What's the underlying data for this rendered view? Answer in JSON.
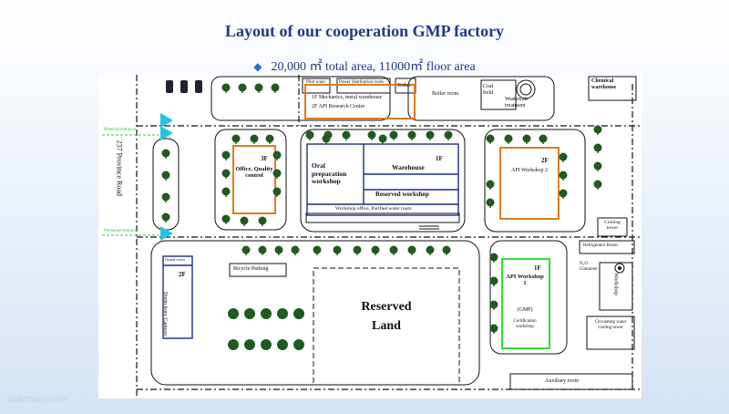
{
  "title": "Layout of our cooperation GMP factory",
  "subtitle": "20,000 ㎡ total area, 11000㎡ floor area",
  "watermark": "lookchem.com",
  "colors": {
    "title": "#1f3a8a",
    "orange": "#e07a1f",
    "navy": "#1f2a8a",
    "green": "#33dd33",
    "arrow": "#22c5e8",
    "entrance": "#2ecc40"
  },
  "labels": {
    "pilot_scale": "Pilot scale",
    "power_room": "Power distribution room",
    "toilet": "Toilet",
    "boiler_room": "Boiler room",
    "coal_field": "Coal field",
    "wastewater": "Wastewate treatment",
    "chemical_warehouse": "Chemical warehouse",
    "mechanics_1f": "1F   Mechanics, metal warehouse",
    "api_rc_2f": "2F   API Research Centre",
    "material_entrance": "Material entrance",
    "personnel_entrance": "Personnel entrance",
    "road": "237 Province Road",
    "office_floor": "3F",
    "office": "Office, Quality control",
    "oral": "Oral preparation workshop",
    "warehouse_floor": "1F",
    "warehouse": "Warehouse",
    "reserved_workshop": "Reserved workshop",
    "workshop_office": "Workshop office, Purified water room",
    "api2_floor": "2F",
    "api2": "API Workshop 2",
    "cooling_tower": "Cooling tower",
    "refrigerator_room": "Refrigerator Room",
    "n2_container": "N₂O Container",
    "workshop_side": "Workshop",
    "circulating": "Circulating water cooling tower",
    "guard_room": "Guard room",
    "dorm_floor": "2F",
    "dormitory": "Dorm itory Canteen",
    "bicycle": "Bicycle Parking",
    "reserved_land": "Reserved Land",
    "api1_floor": "1F",
    "api1": "API Workshop 1",
    "gmp": "(GMP)",
    "certification": "Certification workshop",
    "auxiliary": "Auxiliary room"
  }
}
